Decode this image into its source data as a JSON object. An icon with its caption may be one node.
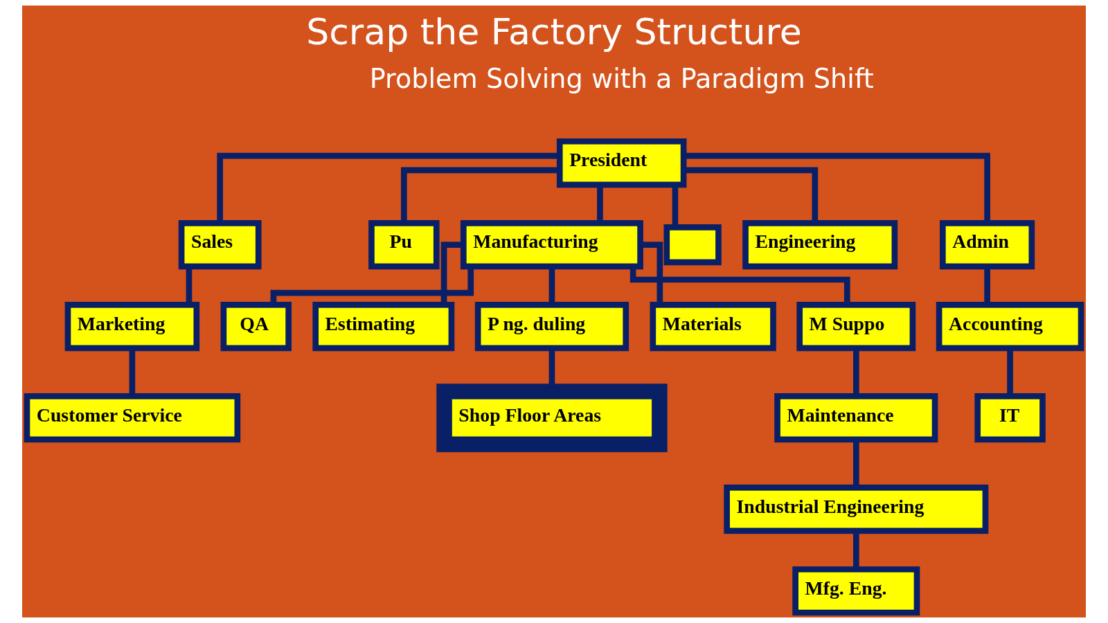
{
  "diagram": {
    "title": "Scrap the Factory Structure",
    "nodes": [
      {
        "text": [
          "President"
        ]
      },
      {
        "text": [
          "Sales"
        ]
      },
      {
        "text": [
          "Pu"
        ]
      },
      {
        "text": [
          "Manufacturing"
        ]
      },
      {
        "text": [],
        "shape": "box"
      },
      {
        "text": [
          "Engineering"
        ]
      },
      {
        "text": [
          "Admin"
        ]
      },
      {
        "text": [
          "Marketing"
        ]
      },
      {
        "text": [
          "Customer Service"
        ]
      },
      {
        "text": [
          "Accounting"
        ]
      },
      {
        "text": [
          "IT"
        ]
      },
      {
        "text": [
          "QA"
        ]
      },
      {
        "text": [
          "Estimating"
        ]
      },
      {
        "text": [
          "P ng. duling"
        ]
      },
      {
        "text": [
          "Materials"
        ]
      },
      {
        "text": [
          "M Suppo"
        ]
      },
      {
        "text": [
          "Shop Floor Areas"
        ]
      },
      {
        "text": [
          "Maintenance"
        ]
      },
      {
        "text": [
          "Industrial Engineering"
        ]
      },
      {
        "text": [
          "Mfg. Eng."
        ]
      }
    ],
    "edges": [
      {
        "from": 0,
        "to": 1,
        "arrow": "none"
      },
      {
        "from": 0,
        "to": 2,
        "arrow": "none"
      },
      {
        "from": 0,
        "to": 3,
        "arrow": "none"
      },
      {
        "from": 0,
        "to": 4,
        "arrow": "none"
      },
      {
        "from": 0,
        "to": 5,
        "arrow": "none"
      },
      {
        "from": 0,
        "to": 6,
        "arrow": "none"
      },
      {
        "from": 1,
        "to": 7,
        "arrow": "none"
      },
      {
        "from": 7,
        "to": 8,
        "arrow": "none"
      },
      {
        "from": 6,
        "to": 9,
        "arrow": "none"
      },
      {
        "from": 9,
        "to": 10,
        "arrow": "none"
      },
      {
        "from": 3,
        "to": 11,
        "arrow": "none"
      },
      {
        "from": 3,
        "to": 12,
        "arrow": "none"
      },
      {
        "from": 3,
        "to": 13,
        "arrow": "none"
      },
      {
        "from": 3,
        "to": 14,
        "arrow": "none"
      },
      {
        "from": 3,
        "to": 15,
        "arrow": "none"
      },
      {
        "from": 13,
        "to": 16,
        "arrow": "none"
      },
      {
        "from": 15,
        "to": 17,
        "arrow": "none"
      },
      {
        "from": 17,
        "to": 18,
        "arrow": "none"
      },
      {
        "from": 18,
        "to": 19,
        "arrow": "none"
      }
    ],
    "labels": [
      "Problem Solving with a Paradigm Shift"
    ]
  }
}
